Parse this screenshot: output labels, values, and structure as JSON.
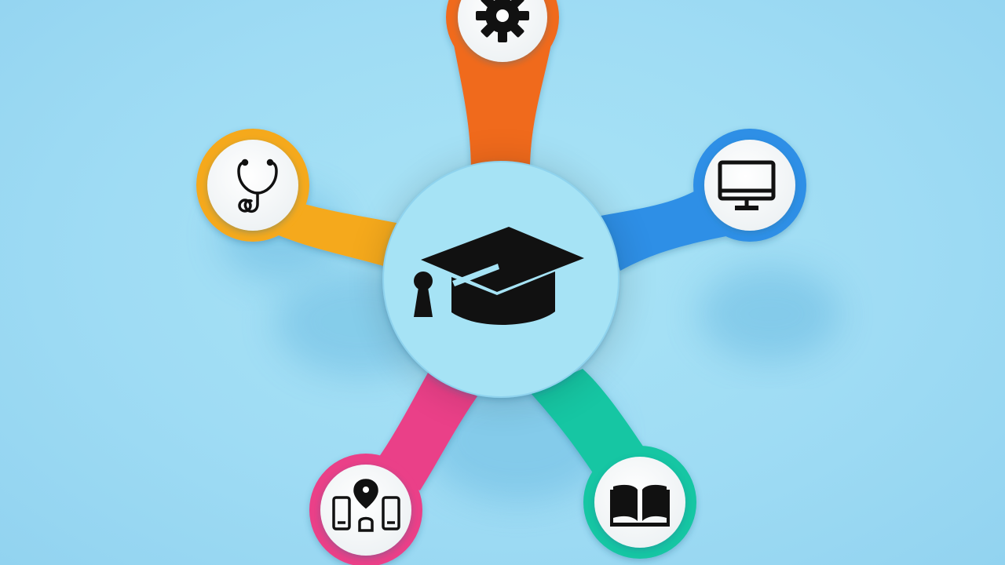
{
  "background_color": "#a3dff5",
  "hub": {
    "icon": "graduation-cap-keyhole-icon",
    "fill": "#a6e3f5"
  },
  "spokes": [
    {
      "id": "settings",
      "icon": "gear-icon",
      "color": "#f06a1c"
    },
    {
      "id": "computer",
      "icon": "desktop-monitor-icon",
      "color": "#2f8fe6"
    },
    {
      "id": "reading",
      "icon": "open-book-icon",
      "color": "#18c6a3"
    },
    {
      "id": "devices",
      "icon": "devices-location-icon",
      "color": "#ea3f88"
    },
    {
      "id": "health",
      "icon": "stethoscope-icon",
      "color": "#f5a91a"
    }
  ]
}
